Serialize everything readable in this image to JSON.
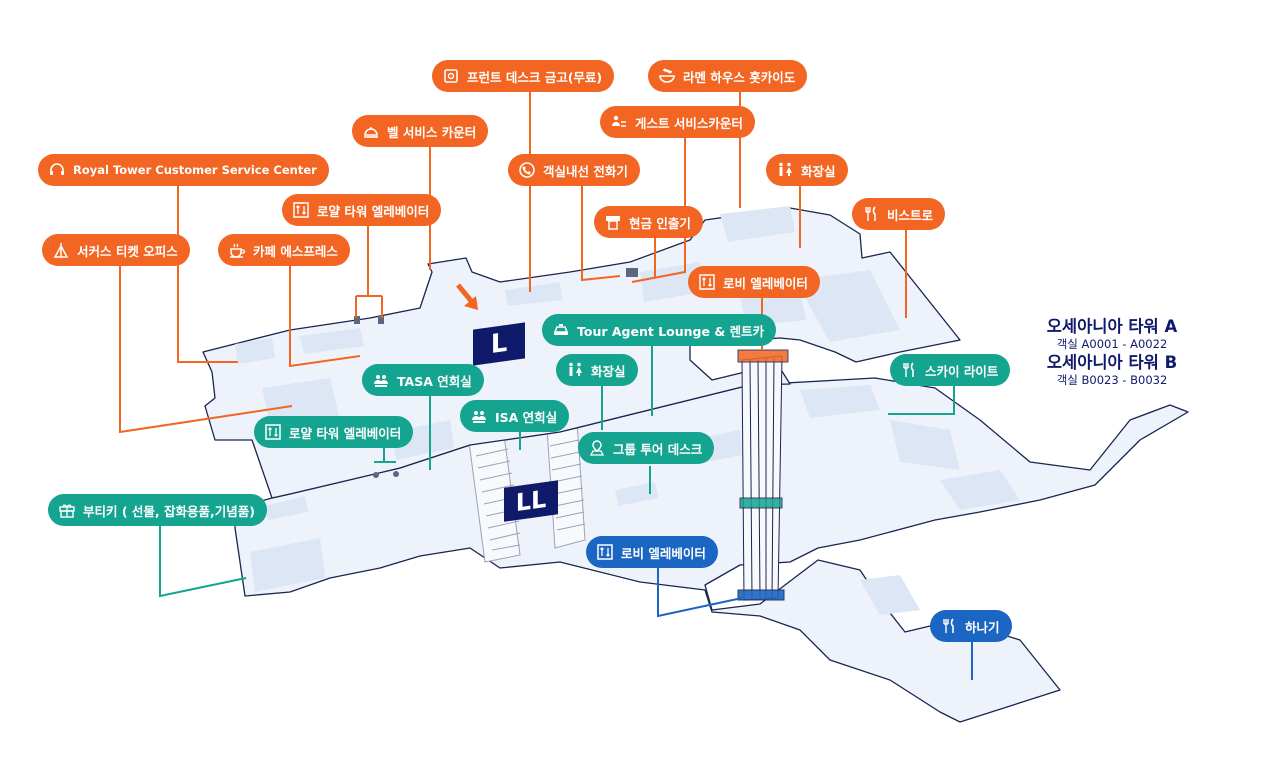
{
  "colors": {
    "orange": "#f26522",
    "teal": "#14a48f",
    "blue": "#1a66c2",
    "navy": "#101a6b",
    "floor": "#eef3fb",
    "floor_edge": "#1a2550"
  },
  "level_markers": [
    {
      "id": "upper",
      "label": "L"
    },
    {
      "id": "lower",
      "label": "LL"
    }
  ],
  "labels": [
    {
      "id": "front-desk-safe",
      "text": "프런트 데스크 금고(무료)",
      "color": "orange",
      "icon": "safe-icon"
    },
    {
      "id": "ramen-house",
      "text": "라멘 하우스 홋카이도",
      "color": "orange",
      "icon": "noodle-bowl-icon"
    },
    {
      "id": "bell-service",
      "text": "벨 서비스 카운터",
      "color": "orange",
      "icon": "service-bell-icon"
    },
    {
      "id": "guest-service",
      "text": "게스트 서비스카운터",
      "color": "orange",
      "icon": "guest-service-icon"
    },
    {
      "id": "royal-tower-cs",
      "text": "Royal Tower Customer Service Center",
      "color": "orange",
      "icon": "headset-icon"
    },
    {
      "id": "room-phone",
      "text": "객실내선 전화기",
      "color": "orange",
      "icon": "phone-icon"
    },
    {
      "id": "restroom-upper",
      "text": "화장실",
      "color": "orange",
      "icon": "restroom-icon"
    },
    {
      "id": "royal-elevator-upper",
      "text": "로얄 타워 엘레베이터",
      "color": "orange",
      "icon": "elevator-icon"
    },
    {
      "id": "bistro",
      "text": "비스트로",
      "color": "orange",
      "icon": "fork-knife-icon"
    },
    {
      "id": "atm",
      "text": "현금 인출기",
      "color": "orange",
      "icon": "atm-icon"
    },
    {
      "id": "circus-ticket",
      "text": "서커스 티켓 오피스",
      "color": "orange",
      "icon": "circus-tent-icon"
    },
    {
      "id": "cafe-espresso",
      "text": "카페 에스프레스",
      "color": "orange",
      "icon": "coffee-cup-icon"
    },
    {
      "id": "lobby-elevator-upper",
      "text": "로비 엘레베이터",
      "color": "orange",
      "icon": "elevator-icon"
    },
    {
      "id": "tour-agent",
      "text": "Tour Agent Lounge & 렌트카",
      "color": "teal",
      "icon": "car-icon"
    },
    {
      "id": "tasa",
      "text": "TASA 연회실",
      "color": "teal",
      "icon": "meeting-room-icon"
    },
    {
      "id": "restroom-lower",
      "text": "화장실",
      "color": "teal",
      "icon": "restroom-icon"
    },
    {
      "id": "sky-light",
      "text": "스카이 라이트",
      "color": "teal",
      "icon": "fork-knife-icon"
    },
    {
      "id": "isa",
      "text": "ISA 연회실",
      "color": "teal",
      "icon": "meeting-room-icon"
    },
    {
      "id": "royal-elevator-lower",
      "text": "로얄 타워 엘레베이터",
      "color": "teal",
      "icon": "elevator-icon"
    },
    {
      "id": "group-tour",
      "text": "그룹 투어 데스크",
      "color": "teal",
      "icon": "map-pin-icon"
    },
    {
      "id": "boutique",
      "text": "부티키 ( 선물, 잡화용품,기념품)",
      "color": "teal",
      "icon": "gift-icon"
    },
    {
      "id": "lobby-elevator-lower",
      "text": "로비 엘레베이터",
      "color": "blue",
      "icon": "elevator-icon"
    },
    {
      "id": "hanagi",
      "text": "하나기",
      "color": "blue",
      "icon": "fork-knife-icon"
    }
  ],
  "towers": [
    {
      "name": "오세아니아 타워 A",
      "rooms": "객실 A0001 - A0022"
    },
    {
      "name": "오세아니아 타워 B",
      "rooms": "객실 B0023 - B0032"
    }
  ]
}
